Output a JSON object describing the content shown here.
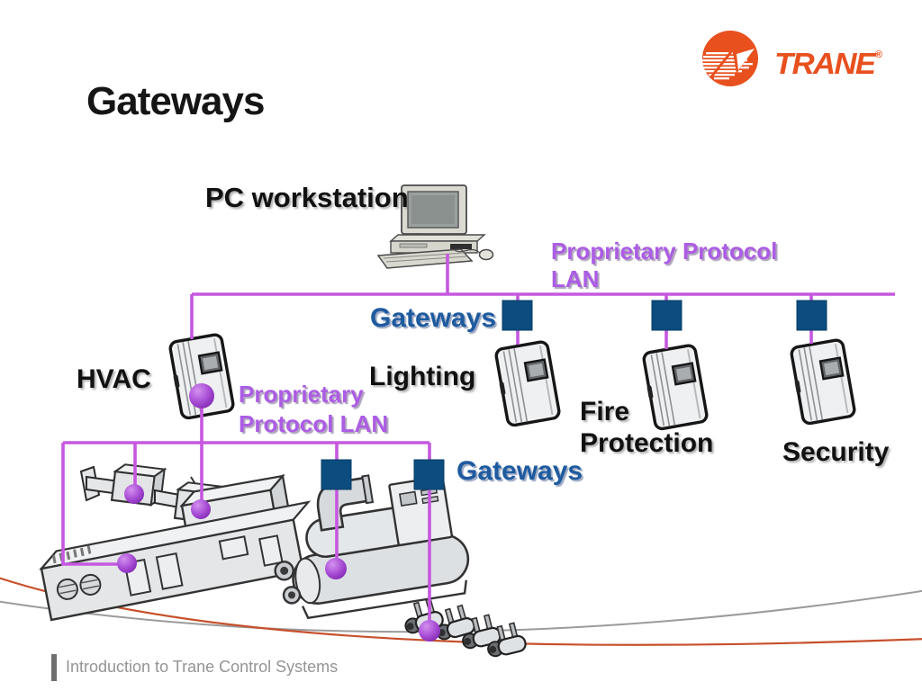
{
  "slide": {
    "title": "Gateways",
    "footer": "Introduction to Trane Control Systems"
  },
  "logo": {
    "brand": "TRANE",
    "registered": "®"
  },
  "labels": {
    "pc": "PC workstation",
    "lan_top": "Proprietary Protocol LAN",
    "gateways_top": "Gateways",
    "hvac": "HVAC",
    "lighting": "Lighting",
    "lan_bottom": "Proprietary Protocol LAN",
    "fire": "Fire Protection",
    "security": "Security",
    "gateways_bottom": "Gateways"
  },
  "icons": [
    "trane-logo",
    "pc-workstation-image",
    "controller-hvac",
    "controller-lighting",
    "controller-fire",
    "controller-security",
    "gateway-node-square",
    "vav-boxes-image",
    "ahu-image",
    "chiller-image",
    "pumps-image",
    "connection-dot"
  ],
  "colors": {
    "lan_line": "#C558DF",
    "lan_text": "#AC5CE4",
    "node_square": "#0C4C7E",
    "gateways_text": "#1E5A9E",
    "label_text": "#111111",
    "trane_orange": "#E8501E",
    "footer_text": "#949494",
    "footer_bar": "#6F6F6F",
    "curve_gray": "#9B9B9B",
    "curve_orange": "#C7502B",
    "equip_fill": "#E4E6E8",
    "equip_stroke": "#2B2B2B"
  }
}
